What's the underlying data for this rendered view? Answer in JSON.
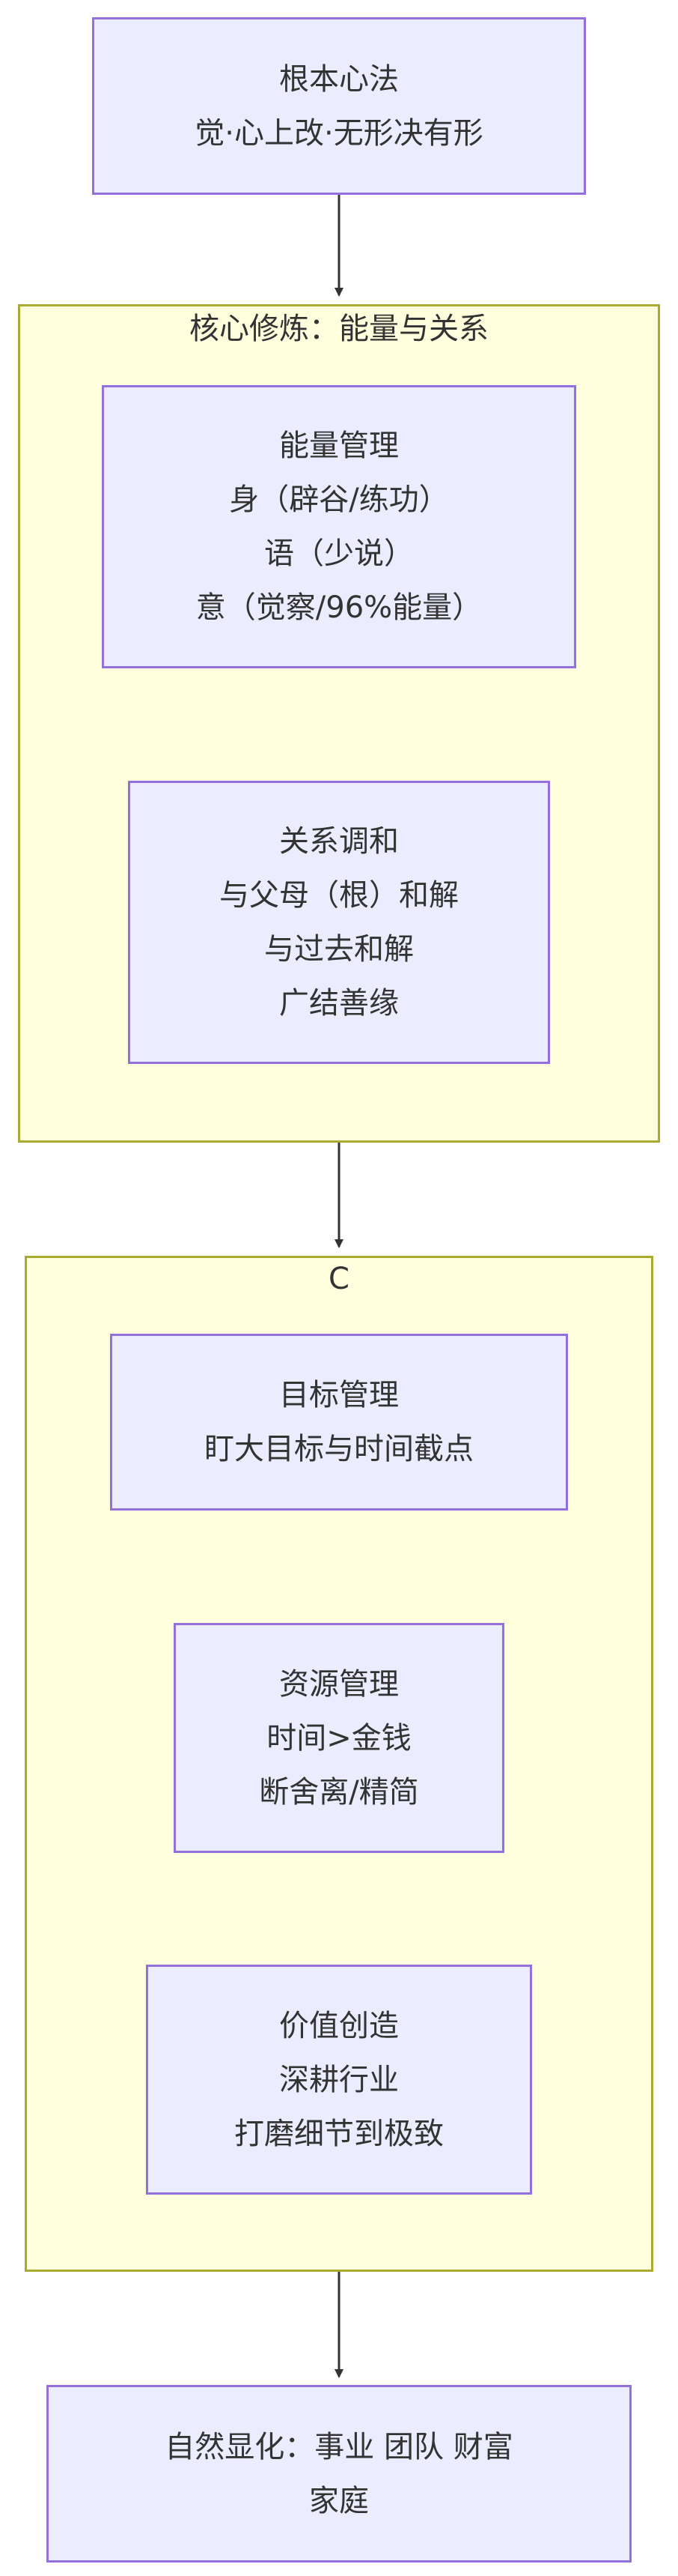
{
  "nodes": {
    "root": {
      "lines": [
        "根本心法",
        "觉·心上改·无形决有形"
      ]
    },
    "energy": {
      "lines": [
        "能量管理",
        "身（辟谷/练功）",
        "语（少说）",
        "意（觉察/96%能量）"
      ]
    },
    "relation": {
      "lines": [
        "关系调和",
        "与父母（根）和解",
        "与过去和解",
        "广结善缘"
      ]
    },
    "goal": {
      "lines": [
        "目标管理",
        "盯大目标与时间截点"
      ]
    },
    "resource": {
      "lines": [
        "资源管理",
        "时间>金钱",
        "断舍离/精简"
      ]
    },
    "value": {
      "lines": [
        "价值创造",
        "深耕行业",
        "打磨细节到极致"
      ]
    },
    "result": {
      "lines": [
        "自然显化：事业 团队 财富",
        "家庭"
      ]
    }
  },
  "groups": {
    "core": {
      "title": "核心修炼：能量与关系"
    },
    "c": {
      "title": "C"
    }
  },
  "colors": {
    "node_fill": "#ececff",
    "node_border": "#9370db",
    "group_fill": "#ffffde",
    "group_border": "#aaaa33",
    "edge": "#333333",
    "text": "#333333"
  }
}
